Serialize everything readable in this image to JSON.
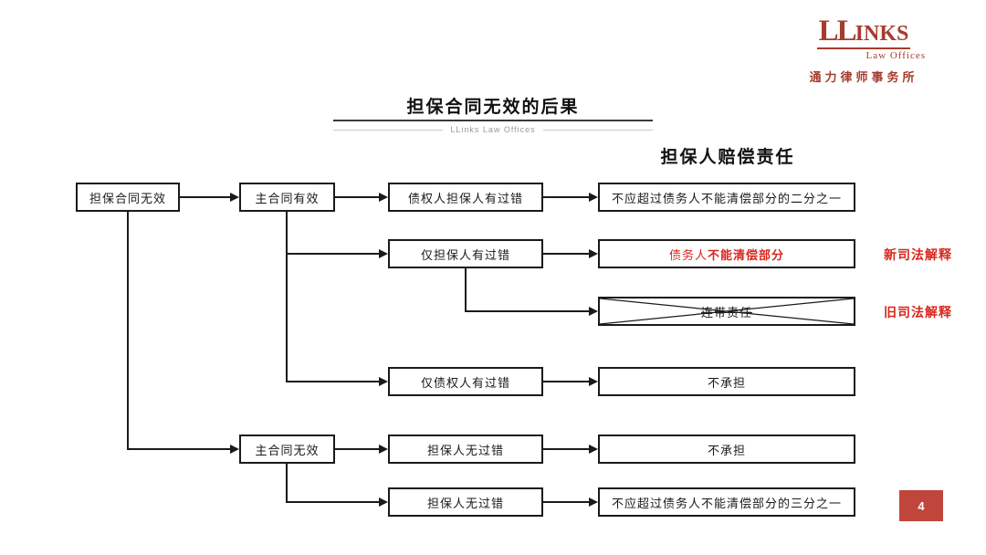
{
  "colors": {
    "line": "#1a1a1a",
    "red": "#d9261c",
    "logo-red": "#a63c2e",
    "page-red": "#c0453a",
    "gray": "#9a9a9a"
  },
  "logo": {
    "ll": "LL",
    "inks": "INKS",
    "law_offices": "Law Offices",
    "chinese_name": "通力律师事务所"
  },
  "header": {
    "title": "担保合同无效的后果",
    "watermark": "LLinks Law Offices",
    "column_title": "担保人赔偿责任"
  },
  "flow": {
    "root": "担保合同无效",
    "main_valid": "主合同有效",
    "both_fault": "债权人担保人有过错",
    "both_fault_result": "不应超过债务人不能清偿部分的二分之一",
    "only_guarantor_fault": "仅担保人有过错",
    "guarantor_result_prefix": "债务人",
    "guarantor_result_emphasis": "不能清偿部分",
    "joint_liability": "连带责任",
    "only_creditor_fault": "仅债权人有过错",
    "only_creditor_result": "不承担",
    "main_invalid": "主合同无效",
    "guarantor_no_fault": "担保人无过错",
    "guarantor_no_fault_result": "不承担",
    "guarantor_no_fault_2": "担保人无过错",
    "guarantor_no_fault_2_result": "不应超过债务人不能清偿部分的三分之一"
  },
  "annotations": {
    "new_interpretation": "新司法解释",
    "old_interpretation": "旧司法解释"
  },
  "footer": {
    "page_number": "4"
  }
}
